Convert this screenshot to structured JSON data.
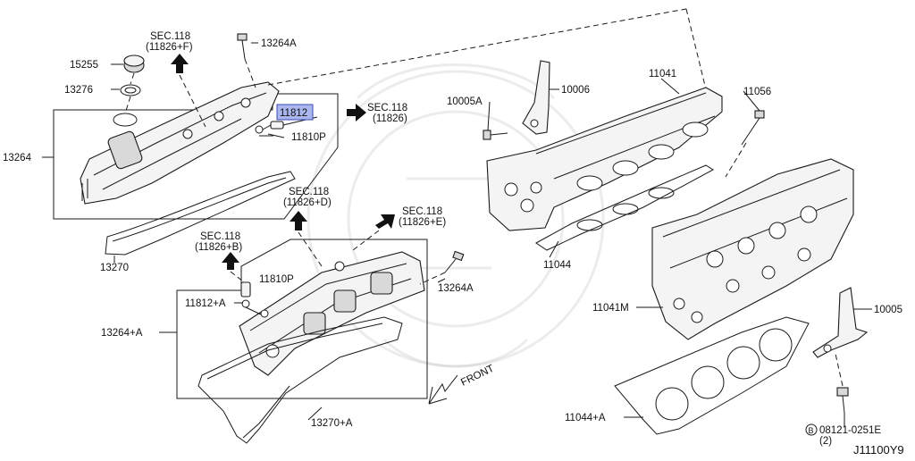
{
  "diagram_code": "J11100Y9",
  "labels": {
    "sec_a1": "SEC.118",
    "sec_a2": "(11826+F)",
    "p13264A_top": "13264A",
    "p15255": "15255",
    "p13276": "13276",
    "p13264": "13264",
    "p11812": "11812",
    "p11810P_top": "11810P",
    "sec_b1": "SEC.118",
    "sec_b2": "(11826)",
    "p13270": "13270",
    "sec_c1": "SEC.118",
    "sec_c2": "(11826+D)",
    "sec_d1": "SEC.118",
    "sec_d2": "(11826+E)",
    "sec_e1": "SEC.118",
    "sec_e2": "(11826+B)",
    "p11810P_bot": "11810P",
    "p11812A": "11812+A",
    "p13264A_bot": "13264A",
    "p13264pA": "13264+A",
    "p13270pA": "13270+A",
    "front": "FRONT",
    "p10005A": "10005A",
    "p10006": "10006",
    "p11041": "11041",
    "p11044": "11044",
    "p11056": "11056",
    "p11041M": "11041M",
    "p10005": "10005",
    "p11044pA": "11044+A",
    "p08121": "08121-0251E",
    "p08121_qty": "(2)",
    "bolt_marker": "B"
  },
  "highlight_color": "#aab6ee"
}
